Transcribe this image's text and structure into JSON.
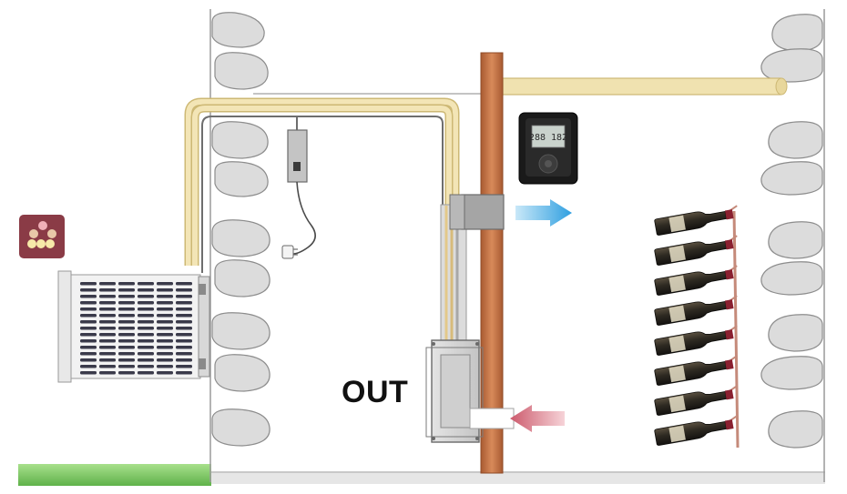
{
  "labels": {
    "out": "OUT",
    "controller_display": "288 182"
  },
  "icons": {
    "wine_cellar_logo": "wine-bottles-icon",
    "cold_air_arrow": "arrow-right-icon",
    "return_air_arrow": "arrow-left-icon"
  },
  "colors": {
    "stone_wall": "#dcdcdc",
    "stone_outline": "#8c8c8c",
    "insulated_duct": "#f0e2b0",
    "duct_edge": "#cdb874",
    "copper_pipe": "#c8784a",
    "cold_arrow": "#2f9fe0",
    "warm_arrow": "#d06070",
    "grass": "#7cc860",
    "logo_background": "#8a3b46",
    "controller_body": "#1a1a1a",
    "controller_screen": "#c9d2cc"
  },
  "wine_rack": {
    "bottle_count": 8
  }
}
